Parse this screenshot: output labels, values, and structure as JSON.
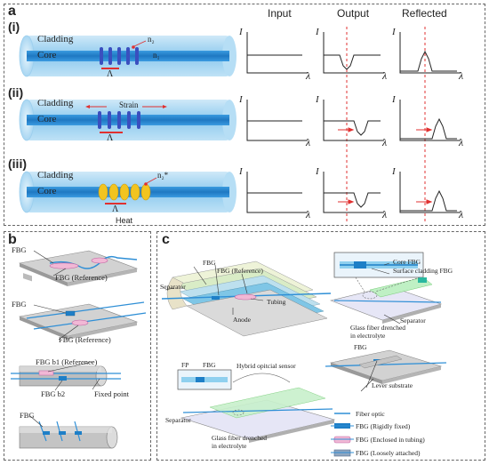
{
  "panel_a": {
    "label": "a",
    "headers": {
      "input": "Input",
      "output": "Output",
      "reflected": "Reflected"
    },
    "rows": [
      {
        "roman": "(i)",
        "cladding": "Cladding",
        "core": "Core",
        "n_upper": "n₂",
        "n_lower": "n₁",
        "period": "Λ"
      },
      {
        "roman": "(ii)",
        "cladding": "Cladding",
        "core": "Core",
        "strain": "Strain",
        "period": "Λ"
      },
      {
        "roman": "(iii)",
        "cladding": "Cladding",
        "core": "Core",
        "n_upper": "n₂*",
        "period": "Λ",
        "heat": "Heat"
      }
    ],
    "axis_y": "I",
    "axis_x": "λ"
  },
  "panel_b": {
    "label": "b",
    "fbg1": "FBG",
    "ref1": "FBG (Reference)",
    "fbg2": "FBG",
    "ref2": "FBG (Reference)",
    "b1": "FBG b1 (Reference)",
    "b2": "FBG b2",
    "fixed": "Fixed point",
    "fbg4": "FBG"
  },
  "panel_c": {
    "label": "c",
    "separator1": "Separator",
    "fbg_c1": "FBG",
    "ref_c1": "FBG (Reference)",
    "tubing": "Tubing",
    "anode": "Anode",
    "core_fbg": "Core FBG",
    "surface_fbg": "Surface cladding FBG",
    "separator2": "Separator",
    "glass1_line1": "Glass fiber drenched",
    "glass1_line2": "in electrolyte",
    "fp": "FP",
    "fbg_c3": "FBG",
    "hybrid": "Hybrid opitcial sensor",
    "separator3": "Separator",
    "glass2_line1": "Glass fiber drenched",
    "glass2_line2": "in electrolyte",
    "fbg_c4": "FBG",
    "lever": "Lever substrate",
    "legend": [
      {
        "key": "fiber",
        "label": "Fiber optic"
      },
      {
        "key": "rigid",
        "label": "FBG (Rigidly fixed)"
      },
      {
        "key": "tubing",
        "label": "FBG (Enclosed in tubing)"
      },
      {
        "key": "loose",
        "label": "FBG (Loosely attached)"
      }
    ]
  },
  "colors": {
    "fiber_blue": "#2f8fd6",
    "core_blue": "#1f7ac4",
    "red": "#e03030",
    "grating": "#3a4fbf",
    "heat_yellow": "#f2c420"
  }
}
